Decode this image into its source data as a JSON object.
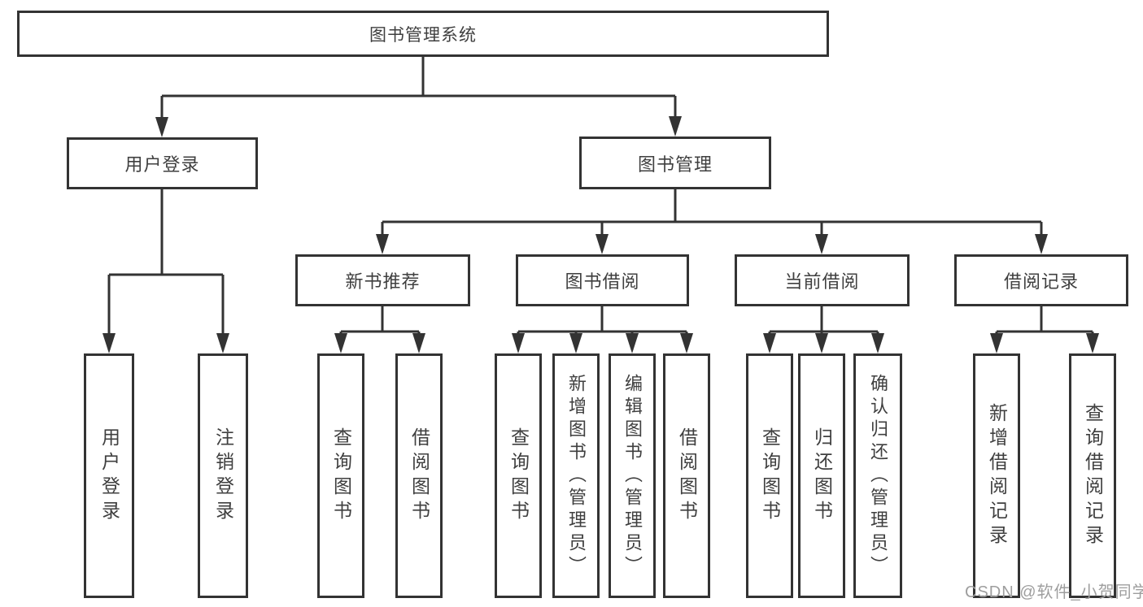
{
  "title": "图书管理系统",
  "level2": {
    "user_login": "用户登录",
    "book_mgmt": "图书管理"
  },
  "level3": {
    "recommend": "新书推荐",
    "borrow": "图书借阅",
    "current": "当前借阅",
    "records": "借阅记录"
  },
  "leaves": {
    "user_login": "用户登录",
    "logout": "注销登录",
    "rec_query": "查询图书",
    "rec_borrow": "借阅图书",
    "bor_query": "查询图书",
    "bor_add": "新增图书（管理员）",
    "bor_edit": "编辑图书（管理员）",
    "bor_borrow": "借阅图书",
    "cur_query": "查询图书",
    "cur_return": "归还图书",
    "cur_confirm": "确认归还（管理员）",
    "rec2_add": "新增借阅记录",
    "rec2_query": "查询借阅记录"
  },
  "watermark": "CSDN @软件_小贺同学",
  "colors": {
    "line": "#333333",
    "text": "#3f3f3f",
    "background": "#ffffff",
    "watermark": "#9e9e9e"
  }
}
